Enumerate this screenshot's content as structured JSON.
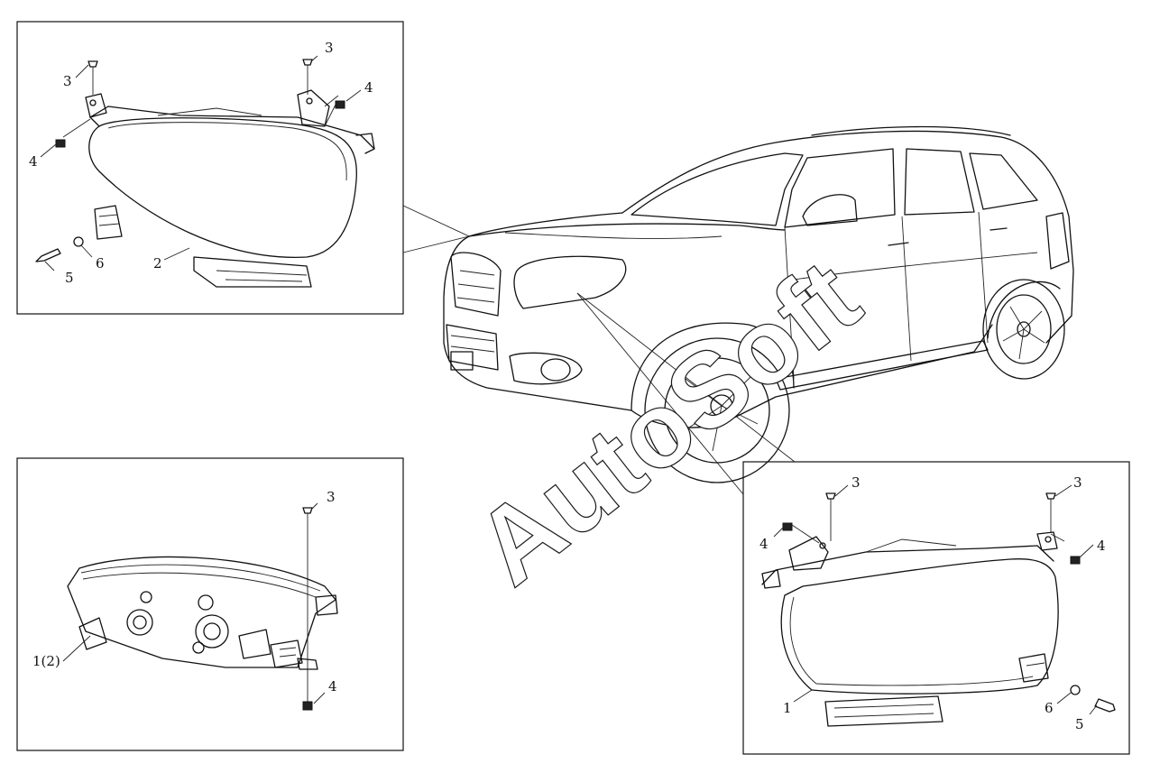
{
  "watermark": "AutoSoft",
  "panels": {
    "top_left": {
      "labels": [
        "3",
        "3",
        "4",
        "4",
        "2",
        "6",
        "5"
      ]
    },
    "bottom_left": {
      "labels": [
        "3",
        "1(2)",
        "4"
      ]
    },
    "bottom_right": {
      "labels": [
        "3",
        "3",
        "4",
        "4",
        "1",
        "6",
        "5"
      ]
    }
  }
}
